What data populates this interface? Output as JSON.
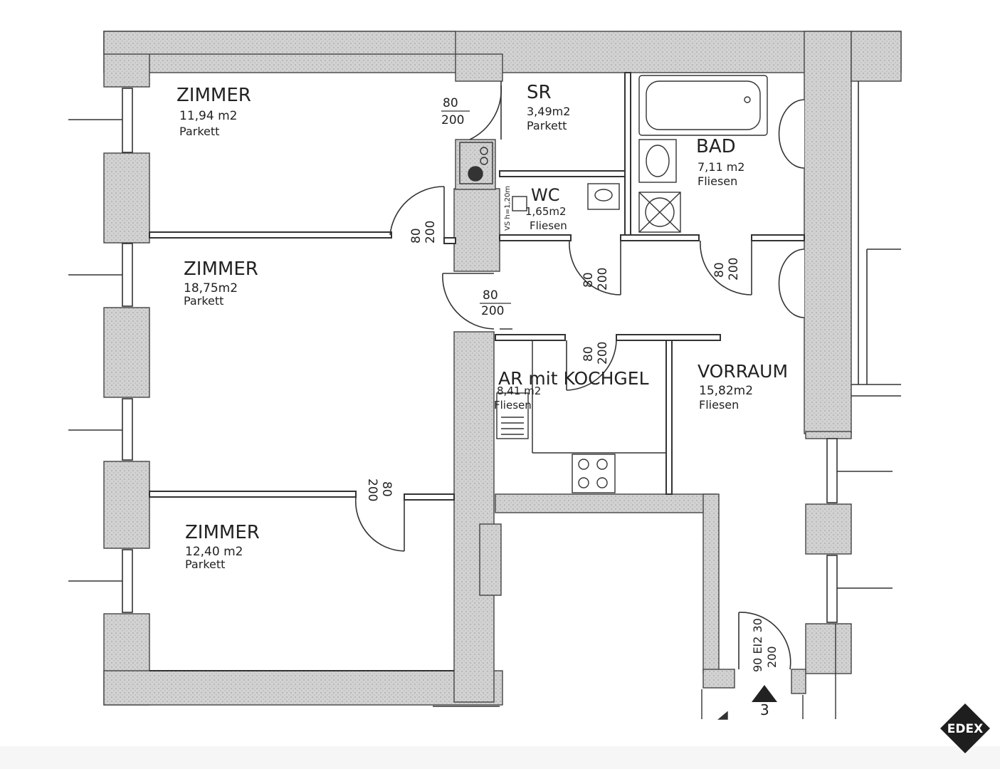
{
  "rooms": {
    "zimmer1": {
      "name": "ZIMMER",
      "area": "11,94 m2",
      "floor": "Parkett"
    },
    "sr": {
      "name": "SR",
      "area": "3,49m2",
      "floor": "Parkett"
    },
    "bad": {
      "name": "BAD",
      "area": "7,11 m2",
      "floor": "Fliesen"
    },
    "wc": {
      "name": "WC",
      "area": "1,65m2",
      "floor": "Fliesen"
    },
    "zimmer2": {
      "name": "ZIMMER",
      "area": "18,75m2",
      "floor": "Parkett"
    },
    "kueche": {
      "name": "AR mit KOCHGEL",
      "area": "8,41 m2",
      "floor": "Fliesen"
    },
    "vorraum": {
      "name": "VORRAUM",
      "area": "15,82m2",
      "floor": "Fliesen"
    },
    "zimmer3": {
      "name": "ZIMMER",
      "area": "12,40 m2",
      "floor": "Parkett"
    }
  },
  "doors": {
    "d1": {
      "width": "80",
      "height": "200"
    },
    "d2": {
      "width": "80",
      "height": "200"
    },
    "d3": {
      "width": "80",
      "height": "200"
    },
    "d4": {
      "width": "80",
      "height": "200"
    },
    "d5": {
      "width": "80",
      "height": "200"
    },
    "d6": {
      "width": "80",
      "height": "200"
    },
    "d7": {
      "width": "80",
      "height": "200"
    },
    "entry": {
      "label": "90 EI2 30",
      "height": "200"
    }
  },
  "wc_note": "VS h=1,20m",
  "entrance_number": "3",
  "logo_text": "EDEX",
  "colors": {
    "wall_fill": "#d6d6d6",
    "line": "#333333",
    "logo": "#1e1e1e"
  }
}
